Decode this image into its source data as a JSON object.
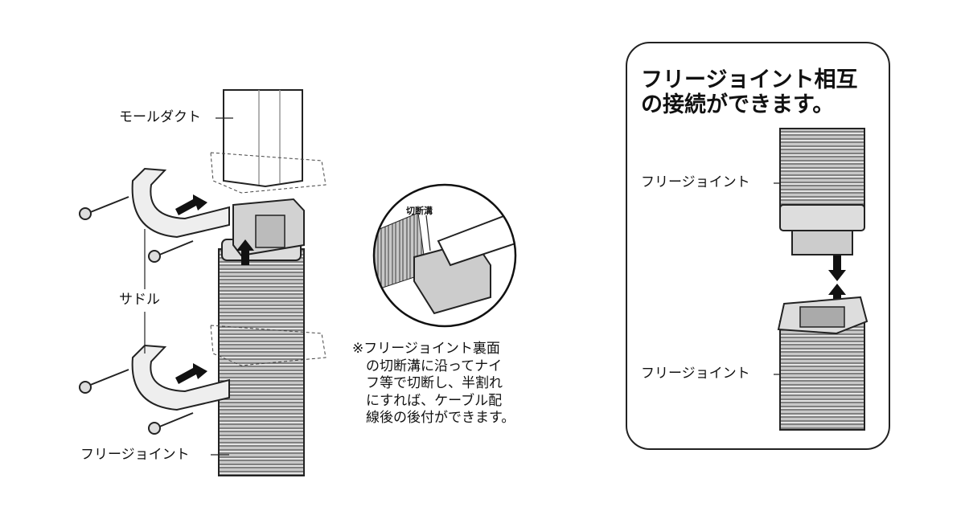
{
  "left_figure": {
    "labels": {
      "duct": "モールダクト",
      "saddle": "サドル",
      "free_joint": "フリージョイント"
    }
  },
  "magnifier": {
    "label": "切断溝"
  },
  "note": {
    "lines": [
      "※フリージョイント裏面",
      "の切断溝に沿ってナイ",
      "フ等で切断し、半割れ",
      "にすれば、ケーブル配",
      "線後の後付ができます。"
    ]
  },
  "panel": {
    "title_lines": [
      "フリージョイント相互",
      "の接続ができます。"
    ],
    "upper_label": "フリージョイント",
    "lower_label": "フリージョイント"
  }
}
